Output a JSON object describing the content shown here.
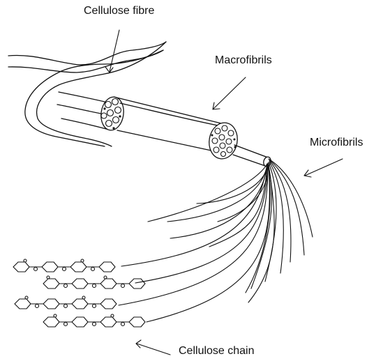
{
  "labels": {
    "cellulose_fibre": "Cellulose fibre",
    "macrofibrils": "Macrofibrils",
    "microfibrils": "Microfibrils",
    "cellulose_chain": "Cellulose chain"
  },
  "colors": {
    "ink": "#111111",
    "background": "#ffffff"
  }
}
